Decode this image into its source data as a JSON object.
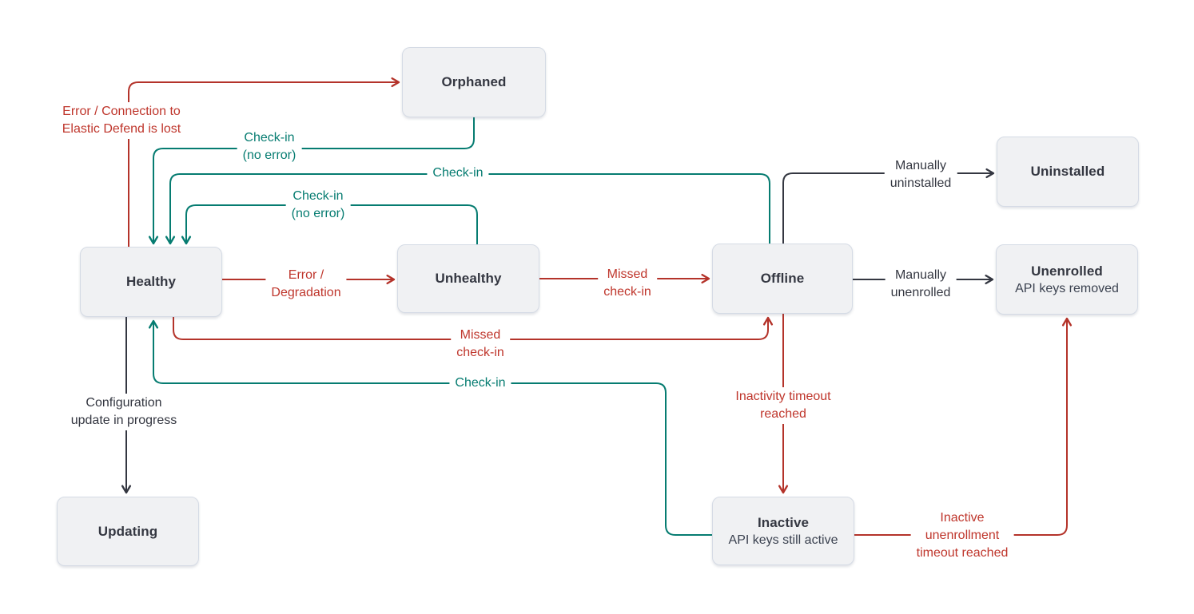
{
  "colors": {
    "red": "#b4332a",
    "red_text": "#bf362c",
    "teal": "#067c71",
    "dark": "#343741",
    "node_fill": "#f0f1f3",
    "node_border": "#d5dbe5"
  },
  "nodes": {
    "orphaned": {
      "label": "Orphaned"
    },
    "healthy": {
      "label": "Healthy"
    },
    "unhealthy": {
      "label": "Unhealthy"
    },
    "offline": {
      "label": "Offline"
    },
    "uninstalled": {
      "label": "Uninstalled"
    },
    "unenrolled": {
      "label": "Unenrolled",
      "sublabel": "API keys removed"
    },
    "updating": {
      "label": "Updating"
    },
    "inactive": {
      "label": "Inactive",
      "sublabel": "API keys still active"
    }
  },
  "edge_labels": {
    "error_connection": "Error / Connection to\nElastic Defend is lost",
    "checkin_no_error_orphaned": "Check-in\n(no error)",
    "checkin_from_offline": "Check-in",
    "checkin_no_error_unhealthy": "Check-in\n(no error)",
    "error_degradation": "Error /\nDegradation",
    "missed_checkin_unhealthy": "Missed\ncheck-in",
    "missed_checkin_healthy": "Missed\ncheck-in",
    "checkin_from_inactive": "Check-in",
    "manually_uninstalled": "Manually\nuninstalled",
    "manually_unenrolled": "Manually\nunenrolled",
    "config_update": "Configuration\nupdate in progress",
    "inactivity_timeout": "Inactivity timeout\nreached",
    "inactive_unenrollment": "Inactive\nunenrollment\ntimeout reached"
  }
}
